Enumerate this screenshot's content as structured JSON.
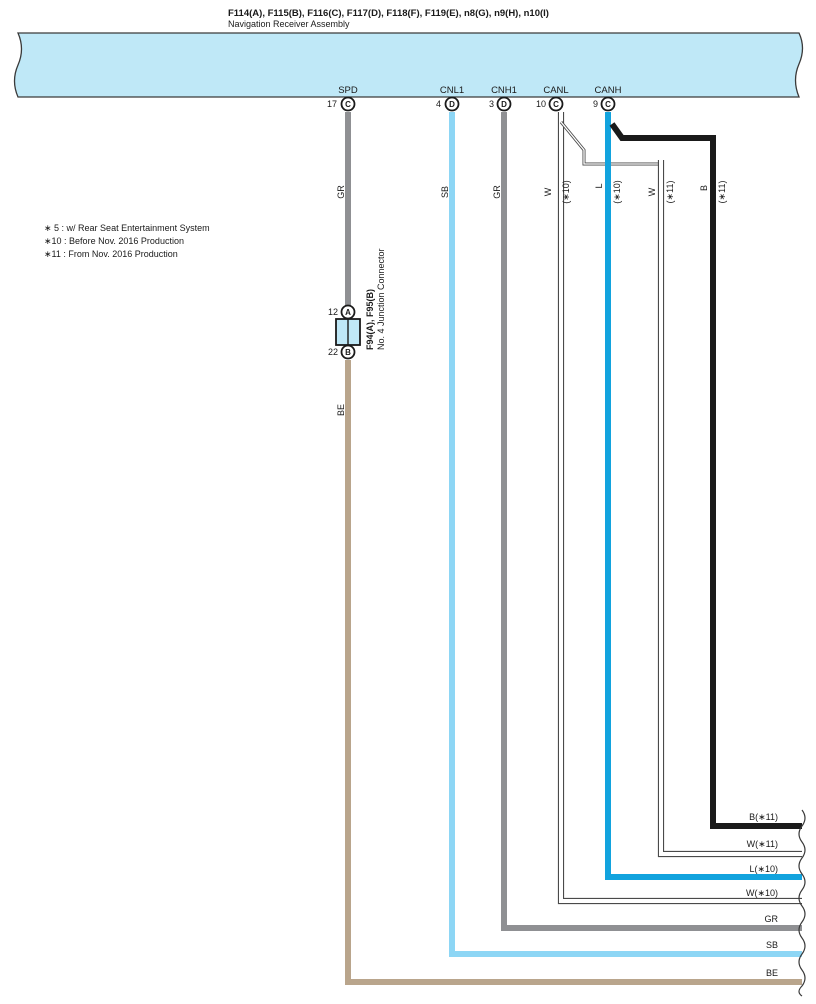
{
  "assembly": {
    "title": "F114(A), F115(B), F116(C), F117(D), F118(F), F119(E), n8(G), n9(H), n10(I)",
    "subtitle": "Navigation Receiver Assembly",
    "color": "#bfe8f7"
  },
  "pins": [
    {
      "name": "SPD",
      "number": "17",
      "connector": "C"
    },
    {
      "name": "CNL1",
      "number": "4",
      "connector": "D"
    },
    {
      "name": "CNH1",
      "number": "3",
      "connector": "D"
    },
    {
      "name": "CANL",
      "number": "10",
      "connector": "C"
    },
    {
      "name": "CANH",
      "number": "9",
      "connector": "C"
    }
  ],
  "notes": [
    "∗ 5 : w/ Rear Seat Entertainment System",
    "∗10 : Before Nov.  2016 Production",
    "∗11 : From Nov.  2016 Production"
  ],
  "junction": {
    "title": "F94(A), F95(B)",
    "subtitle": "No. 4 Junction Connector",
    "pin_top": {
      "number": "12",
      "connector": "A"
    },
    "pin_bottom": {
      "number": "22",
      "connector": "B"
    }
  },
  "vertical_labels": {
    "spd_upper": "GR",
    "spd_lower": "BE",
    "cnl1": "SB",
    "cnh1": "GR",
    "canl_w": "W",
    "canl_note": "(∗10)",
    "canh_l": "L",
    "canh_l_note": "(∗10)",
    "canh_w": "W",
    "canh_w_note": "(∗11)",
    "canh_b": "B",
    "canh_b_note": "(∗11)"
  },
  "right_labels": {
    "b11": "B(∗11)",
    "w11": "W(∗11)",
    "l10": "L(∗10)",
    "w10": "W(∗10)",
    "gr": "GR",
    "sb": "SB",
    "be": "BE"
  },
  "wire_colors": {
    "GR": "#8f9093",
    "SB": "#8dd6f5",
    "BE": "#b9a58c",
    "L": "#12a3de",
    "B": "#1a1a1a",
    "W": "#ffffff"
  }
}
